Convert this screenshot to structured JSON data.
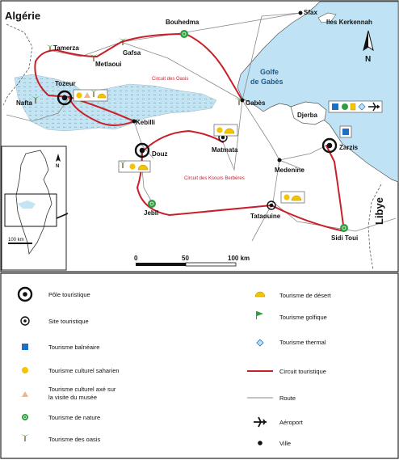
{
  "map": {
    "countries": {
      "west": "Algérie",
      "east": "Libye"
    },
    "sea": {
      "line1": "Golfe",
      "line2": "de Gabès"
    },
    "circuits": {
      "oasis": "Circuit des Oasis",
      "ksours": "Circuit des Ksours Berbères"
    },
    "places": {
      "sfax": "Sfax",
      "kerkennah": "Iles Kerkennah",
      "bouhedma": "Bouhedma",
      "tamerza": "Tamerza",
      "gafsa": "Gafsa",
      "metlaoui": "Metlaoui",
      "tozeur": "Tozeur",
      "nafta": "Nafta",
      "kebilli": "Kebilli",
      "gabes": "Gabès",
      "djerba": "Djerba",
      "zarzis": "Zarzis",
      "douz": "Douz",
      "matmata": "Matmata",
      "medenine": "Medenine",
      "jebil": "Jebil",
      "tataouine": "Tataouine",
      "sidi_toui": "Sidi Toui"
    },
    "north": "N",
    "scale": {
      "zero": "0",
      "mid": "50",
      "max": "100 km"
    },
    "inset": {
      "north": "N",
      "scale": "100 km"
    },
    "colors": {
      "sea": "#bfe3f5",
      "oasis": "#c2e4f3",
      "route": "#c8202a",
      "background": "#ffffff"
    }
  },
  "legend": {
    "left": [
      {
        "icon": "pole-icon",
        "label": "Pôle touristique"
      },
      {
        "icon": "site-icon",
        "label": "Site touristique"
      },
      {
        "icon": "blue-square-icon",
        "label": "Tourisme balnéaire"
      },
      {
        "icon": "yellow-dot-icon",
        "label": "Tourisme culturel saharien"
      },
      {
        "icon": "triangle-icon",
        "label": "Tourisme culturel axé sur la visite du musée"
      },
      {
        "icon": "nature-icon",
        "label": "Tourisme de nature"
      },
      {
        "icon": "palm-icon",
        "label": "Tourisme des oasis"
      }
    ],
    "right": [
      {
        "icon": "half-sun-icon",
        "label": "Tourisme de désert"
      },
      {
        "icon": "flag-icon",
        "label": "Tourisme golfique"
      },
      {
        "icon": "diamond-icon",
        "label": "Tourisme thermal"
      },
      {
        "icon": "red-line-icon",
        "label": "Circuit touristique"
      },
      {
        "icon": "grey-line-icon",
        "label": "Route"
      },
      {
        "icon": "plane-icon",
        "label": "Aéroport"
      },
      {
        "icon": "city-dot-icon",
        "label": "Ville"
      }
    ]
  }
}
